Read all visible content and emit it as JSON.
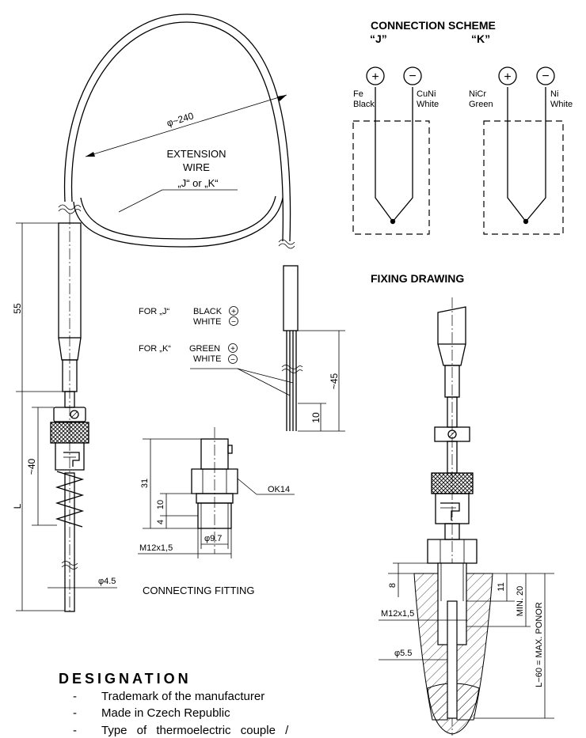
{
  "connection": {
    "title": "CONNECTION SCHEME",
    "label_j": "“J”",
    "label_k": "“K”",
    "plus": "+",
    "minus": "−",
    "j_left_wire": "Fe",
    "j_left_color": "Black",
    "j_right_wire": "CuNi",
    "j_right_color": "White",
    "k_left_wire": "NiCr",
    "k_left_color": "Green",
    "k_right_wire": "Ni",
    "k_right_color": "White"
  },
  "extension": {
    "diameter": "φ~240",
    "line1": "EXTENSION",
    "line2": "WIRE",
    "line3": "„J“ or „K“"
  },
  "polarity": {
    "for_j": "FOR „J“",
    "j_pos": "BLACK",
    "j_neg": "WHITE",
    "for_k": "FOR „K“",
    "k_pos": "GREEN",
    "k_neg": "WHITE"
  },
  "dims": {
    "d55": "55",
    "dL": "L",
    "d40": "~40",
    "d45": "~45",
    "d10_wire": "10",
    "d45dia": "φ4.5",
    "d31": "31",
    "d10": "10",
    "d4": "4",
    "ok14": "OK14",
    "d97": "φ9.7",
    "m12": "M12x1,5"
  },
  "fitting": {
    "caption": "CONNECTING FITTING"
  },
  "fixing": {
    "title": "FIXING DRAWING",
    "d8": "8",
    "d11": "11",
    "min20": "MIN. 20",
    "m12": "M12x1,5",
    "d55": "φ5.5",
    "l60": "L−60 = MAX. PONOR"
  },
  "designation": {
    "title": "DESIGNATION",
    "items": [
      "Trademark of the manufacturer",
      "Made in Czech Republic",
      "Type of thermoelectric couple /"
    ]
  }
}
